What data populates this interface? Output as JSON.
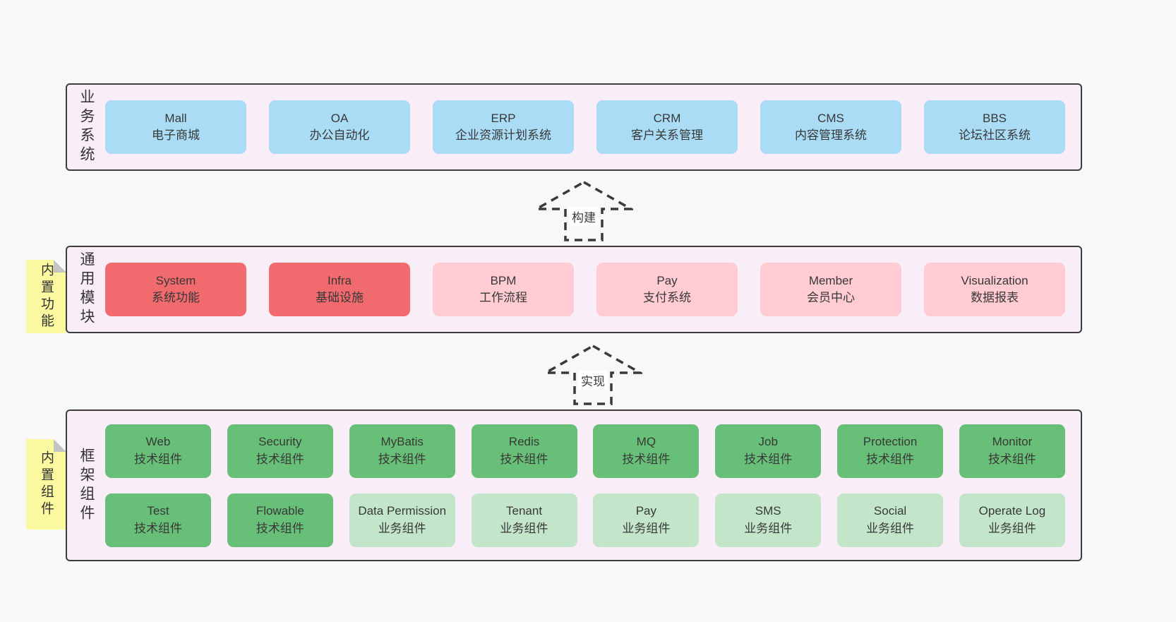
{
  "colors": {
    "page_bg": "#f8f8f8",
    "panel_bg": "#f9eef7",
    "panel_border": "#3d3d3d",
    "box_blue": "#aadcf5",
    "box_red": "#f06a6e",
    "box_pink": "#ffccd4",
    "box_green": "#68c078",
    "box_green_light": "#c3e6cb",
    "sticky_bg": "#fbf9a0",
    "sticky_fold": "#c4c4c4",
    "text": "#3a3a3a",
    "arrow": "#3a3a3a"
  },
  "arrows": [
    {
      "label": "构建"
    },
    {
      "label": "实现"
    }
  ],
  "panels": [
    {
      "side_label": "业务系统",
      "boxes": [
        {
          "title": "Mall",
          "subtitle": "电子商城",
          "variant": "blue"
        },
        {
          "title": "OA",
          "subtitle": "办公自动化",
          "variant": "blue"
        },
        {
          "title": "ERP",
          "subtitle": "企业资源计划系统",
          "variant": "blue"
        },
        {
          "title": "CRM",
          "subtitle": "客户关系管理",
          "variant": "blue"
        },
        {
          "title": "CMS",
          "subtitle": "内容管理系统",
          "variant": "blue"
        },
        {
          "title": "BBS",
          "subtitle": "论坛社区系统",
          "variant": "blue"
        }
      ]
    },
    {
      "side_label": "通用模块",
      "sticky_label": "内置功能",
      "boxes": [
        {
          "title": "System",
          "subtitle": "系统功能",
          "variant": "red"
        },
        {
          "title": "Infra",
          "subtitle": "基础设施",
          "variant": "red"
        },
        {
          "title": "BPM",
          "subtitle": "工作流程",
          "variant": "pink"
        },
        {
          "title": "Pay",
          "subtitle": "支付系统",
          "variant": "pink"
        },
        {
          "title": "Member",
          "subtitle": "会员中心",
          "variant": "pink"
        },
        {
          "title": "Visualization",
          "subtitle": "数据报表",
          "variant": "pink"
        }
      ]
    },
    {
      "side_label": "框架组件",
      "sticky_label": "内置组件",
      "rows": [
        [
          {
            "title": "Web",
            "subtitle": "技术组件",
            "variant": "green"
          },
          {
            "title": "Security",
            "subtitle": "技术组件",
            "variant": "green"
          },
          {
            "title": "MyBatis",
            "subtitle": "技术组件",
            "variant": "green"
          },
          {
            "title": "Redis",
            "subtitle": "技术组件",
            "variant": "green"
          },
          {
            "title": "MQ",
            "subtitle": "技术组件",
            "variant": "green"
          },
          {
            "title": "Job",
            "subtitle": "技术组件",
            "variant": "green"
          },
          {
            "title": "Protection",
            "subtitle": "技术组件",
            "variant": "green"
          },
          {
            "title": "Monitor",
            "subtitle": "技术组件",
            "variant": "green"
          }
        ],
        [
          {
            "title": "Test",
            "subtitle": "技术组件",
            "variant": "green"
          },
          {
            "title": "Flowable",
            "subtitle": "技术组件",
            "variant": "green"
          },
          {
            "title": "Data Permission",
            "subtitle": "业务组件",
            "variant": "lightgreen"
          },
          {
            "title": "Tenant",
            "subtitle": "业务组件",
            "variant": "lightgreen"
          },
          {
            "title": "Pay",
            "subtitle": "业务组件",
            "variant": "lightgreen"
          },
          {
            "title": "SMS",
            "subtitle": "业务组件",
            "variant": "lightgreen"
          },
          {
            "title": "Social",
            "subtitle": "业务组件",
            "variant": "lightgreen"
          },
          {
            "title": "Operate Log",
            "subtitle": "业务组件",
            "variant": "lightgreen"
          }
        ]
      ]
    }
  ]
}
